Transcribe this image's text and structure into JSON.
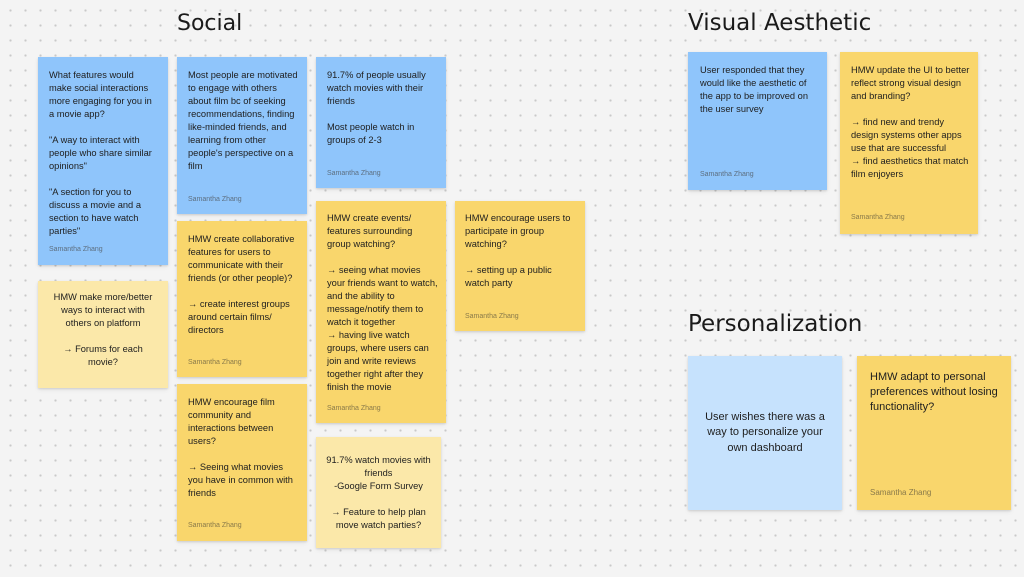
{
  "sections": {
    "social": "Social",
    "visual": "Visual Aesthetic",
    "personal": "Personalization"
  },
  "notes": {
    "n1": {
      "body": "What features would make social interactions more engaging for you in a movie app?\n\n\"A way to interact with people who share similar opinions\"\n\n\"A section for you to discuss a movie and a section to have watch parties\"",
      "author": "Samantha Zhang",
      "color": "blue"
    },
    "n2": {
      "body": "HMW make more/better ways to interact with others on platform\n\n→ Forums for each movie?",
      "author": "",
      "color": "light-yellow"
    },
    "n3": {
      "body": "Most people are motivated to engage with others about film bc of seeking recommendations, finding like-minded friends, and learning from other people's perspective on a film",
      "author": "Samantha Zhang",
      "color": "blue"
    },
    "n4": {
      "body": "HMW create collaborative features for users to communicate with their friends (or other people)?\n\n→ create interest groups around certain films/ directors",
      "author": "Samantha Zhang",
      "color": "yellow"
    },
    "n5": {
      "body": "HMW encourage film community and interactions between users?\n\n→ Seeing what movies you have in common with friends",
      "author": "Samantha Zhang",
      "color": "yellow"
    },
    "n6": {
      "body": "91.7% of people usually watch movies with their friends\n\nMost people watch in groups of 2-3",
      "author": "Samantha Zhang",
      "color": "blue"
    },
    "n7": {
      "body": "HMW create events/ features surrounding group watching?\n\n→ seeing what movies your friends want to watch, and the ability to message/notify them to watch it together\n→ having live watch groups, where users can join and write reviews together right after they finish the movie",
      "author": "Samantha Zhang",
      "color": "yellow"
    },
    "n8": {
      "body": "91.7% watch movies with friends\n-Google Form Survey\n\n→ Feature to help plan move watch parties?",
      "author": "",
      "color": "light-yellow"
    },
    "n9": {
      "body": "HMW encourage users to participate in group watching?\n\n→ setting up a public watch party",
      "author": "Samantha Zhang",
      "color": "yellow"
    },
    "n10": {
      "body": "User responded that they would like the aesthetic of the app to be improved on the user survey",
      "author": "Samantha Zhang",
      "color": "blue"
    },
    "n11": {
      "body": "HMW update the UI to better reflect strong visual design and branding?\n\n→ find new and trendy design systems other apps use that are successful\n→ find aesthetics that match film enjoyers",
      "author": "Samantha Zhang",
      "color": "yellow"
    },
    "n12": {
      "body": "User wishes there was a way to personalize your own dashboard",
      "author": "",
      "color": "light-blue"
    },
    "n13": {
      "body": "HMW adapt to personal preferences without losing functionality?",
      "author": "Samantha Zhang",
      "color": "yellow"
    }
  },
  "colors": {
    "blue": "#8fc5fb",
    "light_blue": "#c6e2fd",
    "yellow": "#f9d66c",
    "light_yellow": "#fbe8a9"
  }
}
